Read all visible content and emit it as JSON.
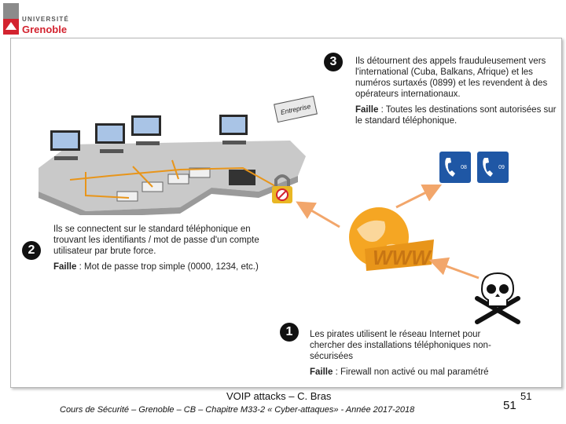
{
  "logo": {
    "university": "UNIVERSITÉ",
    "city": "Grenoble",
    "accent": "#d3232f"
  },
  "diagram": {
    "sign_label": "Entreprise",
    "phone_icons": [
      "08",
      "09"
    ],
    "www_label": "WWW",
    "icons": [
      "enterprise-network-icon",
      "padlock-icon",
      "globe-www-icon",
      "skull-crossbones-icon",
      "phone-icon"
    ]
  },
  "steps": [
    {
      "number": "3",
      "text": "Ils détournent des appels frauduleusement vers l'international (Cuba, Balkans, Afrique) et les numéros surtaxés (0899) et les revendent à des opérateurs internationaux.",
      "flaw_label": "Faille",
      "flaw_text": " : Toutes les destinations sont autorisées sur le standard téléphonique."
    },
    {
      "number": "2",
      "text": "Ils se connectent sur le standard téléphonique en trouvant les identifiants / mot de passe d'un compte utilisateur par brute force.",
      "flaw_label": "Faille",
      "flaw_text": " : Mot de passe trop simple (0000, 1234, etc.)"
    },
    {
      "number": "1",
      "text": "Les pirates utilisent le réseau Internet pour chercher des installations téléphoniques non-sécurisées",
      "flaw_label": "Faille",
      "flaw_text": " : Firewall non activé ou mal paramétré"
    }
  ],
  "footer": {
    "title": "VOIP attacks – C. Bras",
    "course": "Cours de Sécurité – Grenoble – CB – Chapitre M33-2 « Cyber-attaques» - Année 2017-2018",
    "page_small": "51",
    "page_large": "51"
  },
  "colors": {
    "arrow": "#f2a66b",
    "globe": "#f5a623",
    "phone_tile": "#1f57a5",
    "network_wire": "#e8951a"
  }
}
